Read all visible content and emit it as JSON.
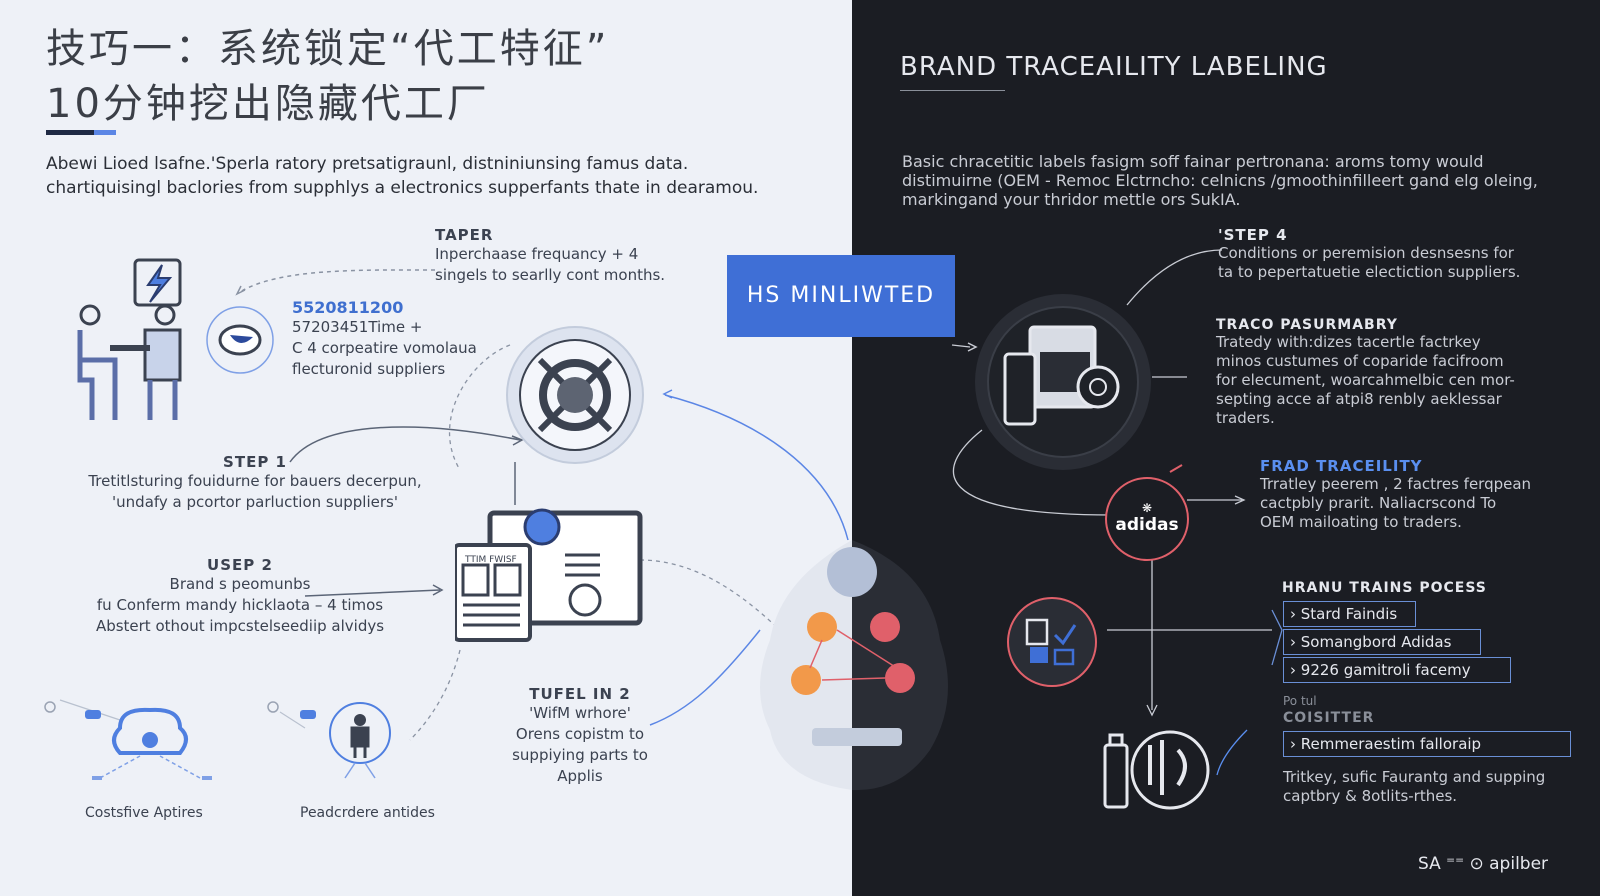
{
  "left": {
    "title_line1": "技巧一：系统锁定“代工特征”",
    "title_line2": "10分钟挖出隐藏代工厂",
    "intro_line1": "Abewi Lioed lsafne.'Sperla ratory pretsatigraunl, distniniunsing famus data.",
    "intro_line2": "chartiquisingl baclories from supphlys a electronics supperfants thate in dearamou.",
    "taper": {
      "heading": "TAPER",
      "line1": "Inperchaase frequancy + 4",
      "line2": "singels to searlly cont months."
    },
    "id_block": {
      "number": "5520811200",
      "line1": "57203451Time +",
      "line2": "C 4 corpeatire vomolaua",
      "line3": "flecturonid suppliers"
    },
    "step1": {
      "heading": "STEP 1",
      "line1": "Tretitlsturing fouidurne for bauers decerpun,",
      "line2": "'undafy a pcortor parluction suppliers'"
    },
    "usep2": {
      "heading": "USEP 2",
      "line1": "Brand s peomunbs",
      "line2": "fu Conferm mandy hicklaota – 4 timos",
      "line3": "Abstert othout impcstelseediip alvidys"
    },
    "tufel": {
      "heading": "TUFEL IN 2",
      "line1": "'WifM wrhore'",
      "line2": "Orens copistm to",
      "line3": "suppiying parts to",
      "line4": "Applis"
    },
    "caption_left": "Costsfive Aptires",
    "caption_mid": "Peadcrdere antides",
    "doc_label": "TTIM FWISF"
  },
  "badge": {
    "label": "HS MINLIWTED"
  },
  "right": {
    "title": "BRAND TRACEAILITY LABELING",
    "intro_line1": "Basic chracetitic labels fasigm soff fainar pertronana: aroms tomy would",
    "intro_line2": "distimuirne (OEM - Remoc Elctrncho: celnicns /gmoothinfilleert gand elg oleing,",
    "intro_line3": "markingand your thridor mettle ors SukIA.",
    "step4": {
      "heading": "'STEP 4",
      "line1": "Conditions or peremision desnsesns for",
      "line2": "ta to pepertatuetie electiction suppliers."
    },
    "trace": {
      "heading": "TRACO PASURMABRY",
      "line1": "Tratedy with:dizes tacertle factrkey",
      "line2": "minos custumes of coparide facifroom",
      "line3": "for elecument, woarcahmelbic cen mor-",
      "line4": "septing acce af atpi8 renbly aeklessar",
      "line5": "traders."
    },
    "frad": {
      "heading": "FRAD TRACEILITY",
      "line1": "Trratley peerem , 2 factres ferqpean",
      "line2": "cactpbly prarit. Naliacrscond To",
      "line3": "OEM mailoating to traders."
    },
    "logo_text": "adidas",
    "process": {
      "heading": "HRANU TRAINS POCESS",
      "items": [
        "Stard Faindis",
        "Somangbord Adidas",
        "9226 gamitroli facemy"
      ]
    },
    "coisitter": {
      "small": "Po tul",
      "heading": "COISITTER",
      "item": "Remmeraestim falloraip",
      "line1": "Tritkey, sufic Faurantg and supping",
      "line2": "captbry & 8otlits-rthes."
    },
    "brand": "SA ⁼⁼ ⊙ apilber"
  },
  "colors": {
    "left_bg": "#eef1f7",
    "right_bg": "#1b1d23",
    "accent_blue": "#3f6fd6",
    "accent_red": "#e0606a",
    "orange": "#f2994a"
  }
}
